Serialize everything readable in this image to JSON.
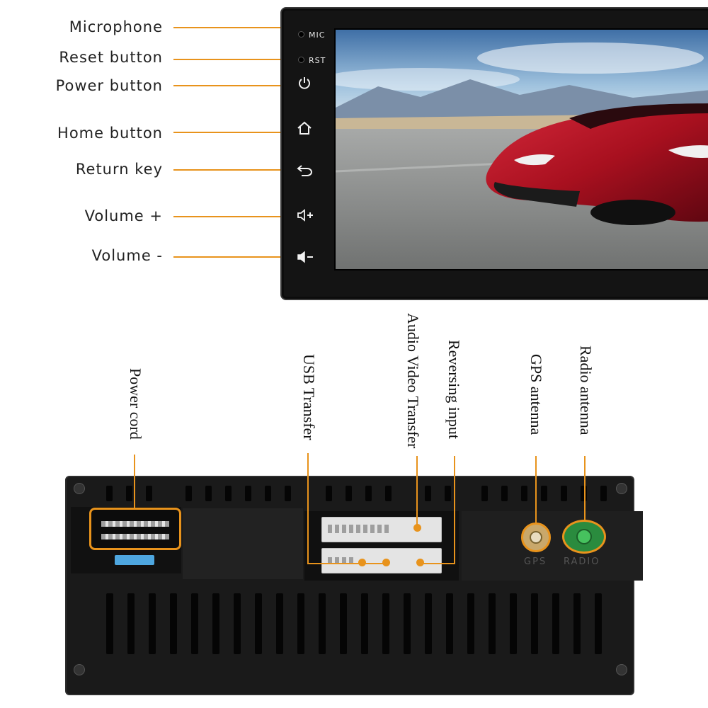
{
  "front_labels": [
    {
      "id": "microphone",
      "text": "Microphone"
    },
    {
      "id": "reset",
      "text": "Reset button"
    },
    {
      "id": "power",
      "text": "Power button"
    },
    {
      "id": "home",
      "text": "Home button"
    },
    {
      "id": "return",
      "text": "Return key"
    },
    {
      "id": "volume-up",
      "text": "Volume +"
    },
    {
      "id": "volume-down",
      "text": "Volume -"
    }
  ],
  "front_panel": {
    "mic_text": "MIC",
    "rst_text": "RST"
  },
  "back_labels": [
    {
      "id": "power-cord",
      "text": "Power cord"
    },
    {
      "id": "usb-transfer",
      "text": "USB Transfer"
    },
    {
      "id": "audio-video-transfer",
      "text": "Audio  Video Transfer"
    },
    {
      "id": "reversing-input",
      "text": "Reversing input"
    },
    {
      "id": "gps-antenna",
      "text": "GPS antenna"
    },
    {
      "id": "radio-antenna",
      "text": "Radio antenna"
    }
  ],
  "back_panel": {
    "gps_print": "GPS",
    "radio_print": "RADIO"
  },
  "colors": {
    "leader": "#e8931c",
    "unit_body": "#1a1a1a",
    "text": "#222222"
  },
  "icons": [
    "power-icon",
    "home-icon",
    "return-icon",
    "volume-up-icon",
    "volume-down-icon"
  ]
}
